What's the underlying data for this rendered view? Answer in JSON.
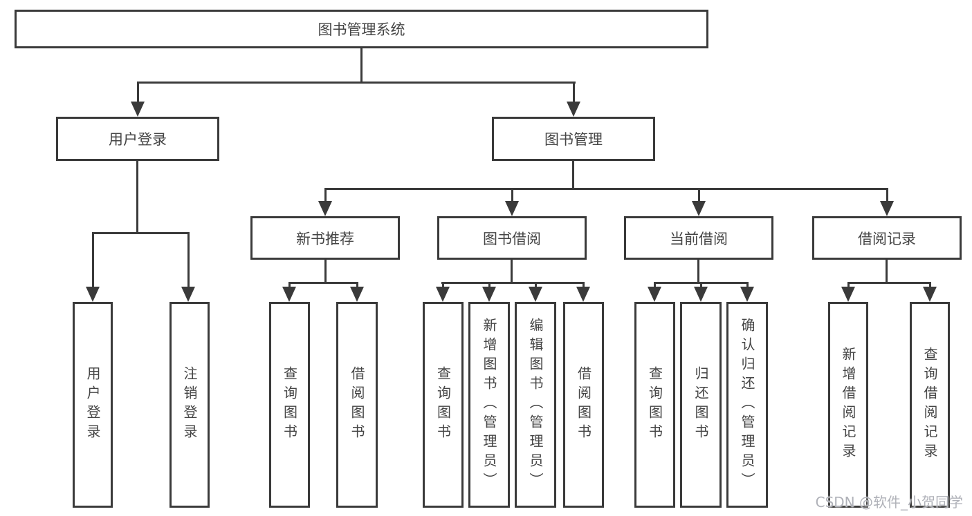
{
  "tree": {
    "root": {
      "label": "图书管理系统"
    },
    "user_login": {
      "label": "用户登录",
      "children": [
        {
          "label": "用户登录"
        },
        {
          "label": "注销登录"
        }
      ]
    },
    "book_management": {
      "label": "图书管理",
      "children": [
        {
          "label": "新书推荐",
          "children": [
            {
              "label": "查询图书"
            },
            {
              "label": "借阅图书"
            }
          ]
        },
        {
          "label": "图书借阅",
          "children": [
            {
              "label": "查询图书"
            },
            {
              "label": "新增图书（管理员）"
            },
            {
              "label": "编辑图书（管理员）"
            },
            {
              "label": "借阅图书"
            }
          ]
        },
        {
          "label": "当前借阅",
          "children": [
            {
              "label": "查询图书"
            },
            {
              "label": "归还图书"
            },
            {
              "label": "确认归还（管理员）"
            }
          ]
        },
        {
          "label": "借阅记录",
          "children": [
            {
              "label": "新增借阅记录"
            },
            {
              "label": "查询借阅记录"
            }
          ]
        }
      ]
    }
  },
  "watermark": {
    "text": "CSDN @软件_小贺同学"
  },
  "colors": {
    "line": "#3a3a3a",
    "text": "#454545",
    "watermark": "#afb1b8",
    "background": "#ffffff"
  }
}
